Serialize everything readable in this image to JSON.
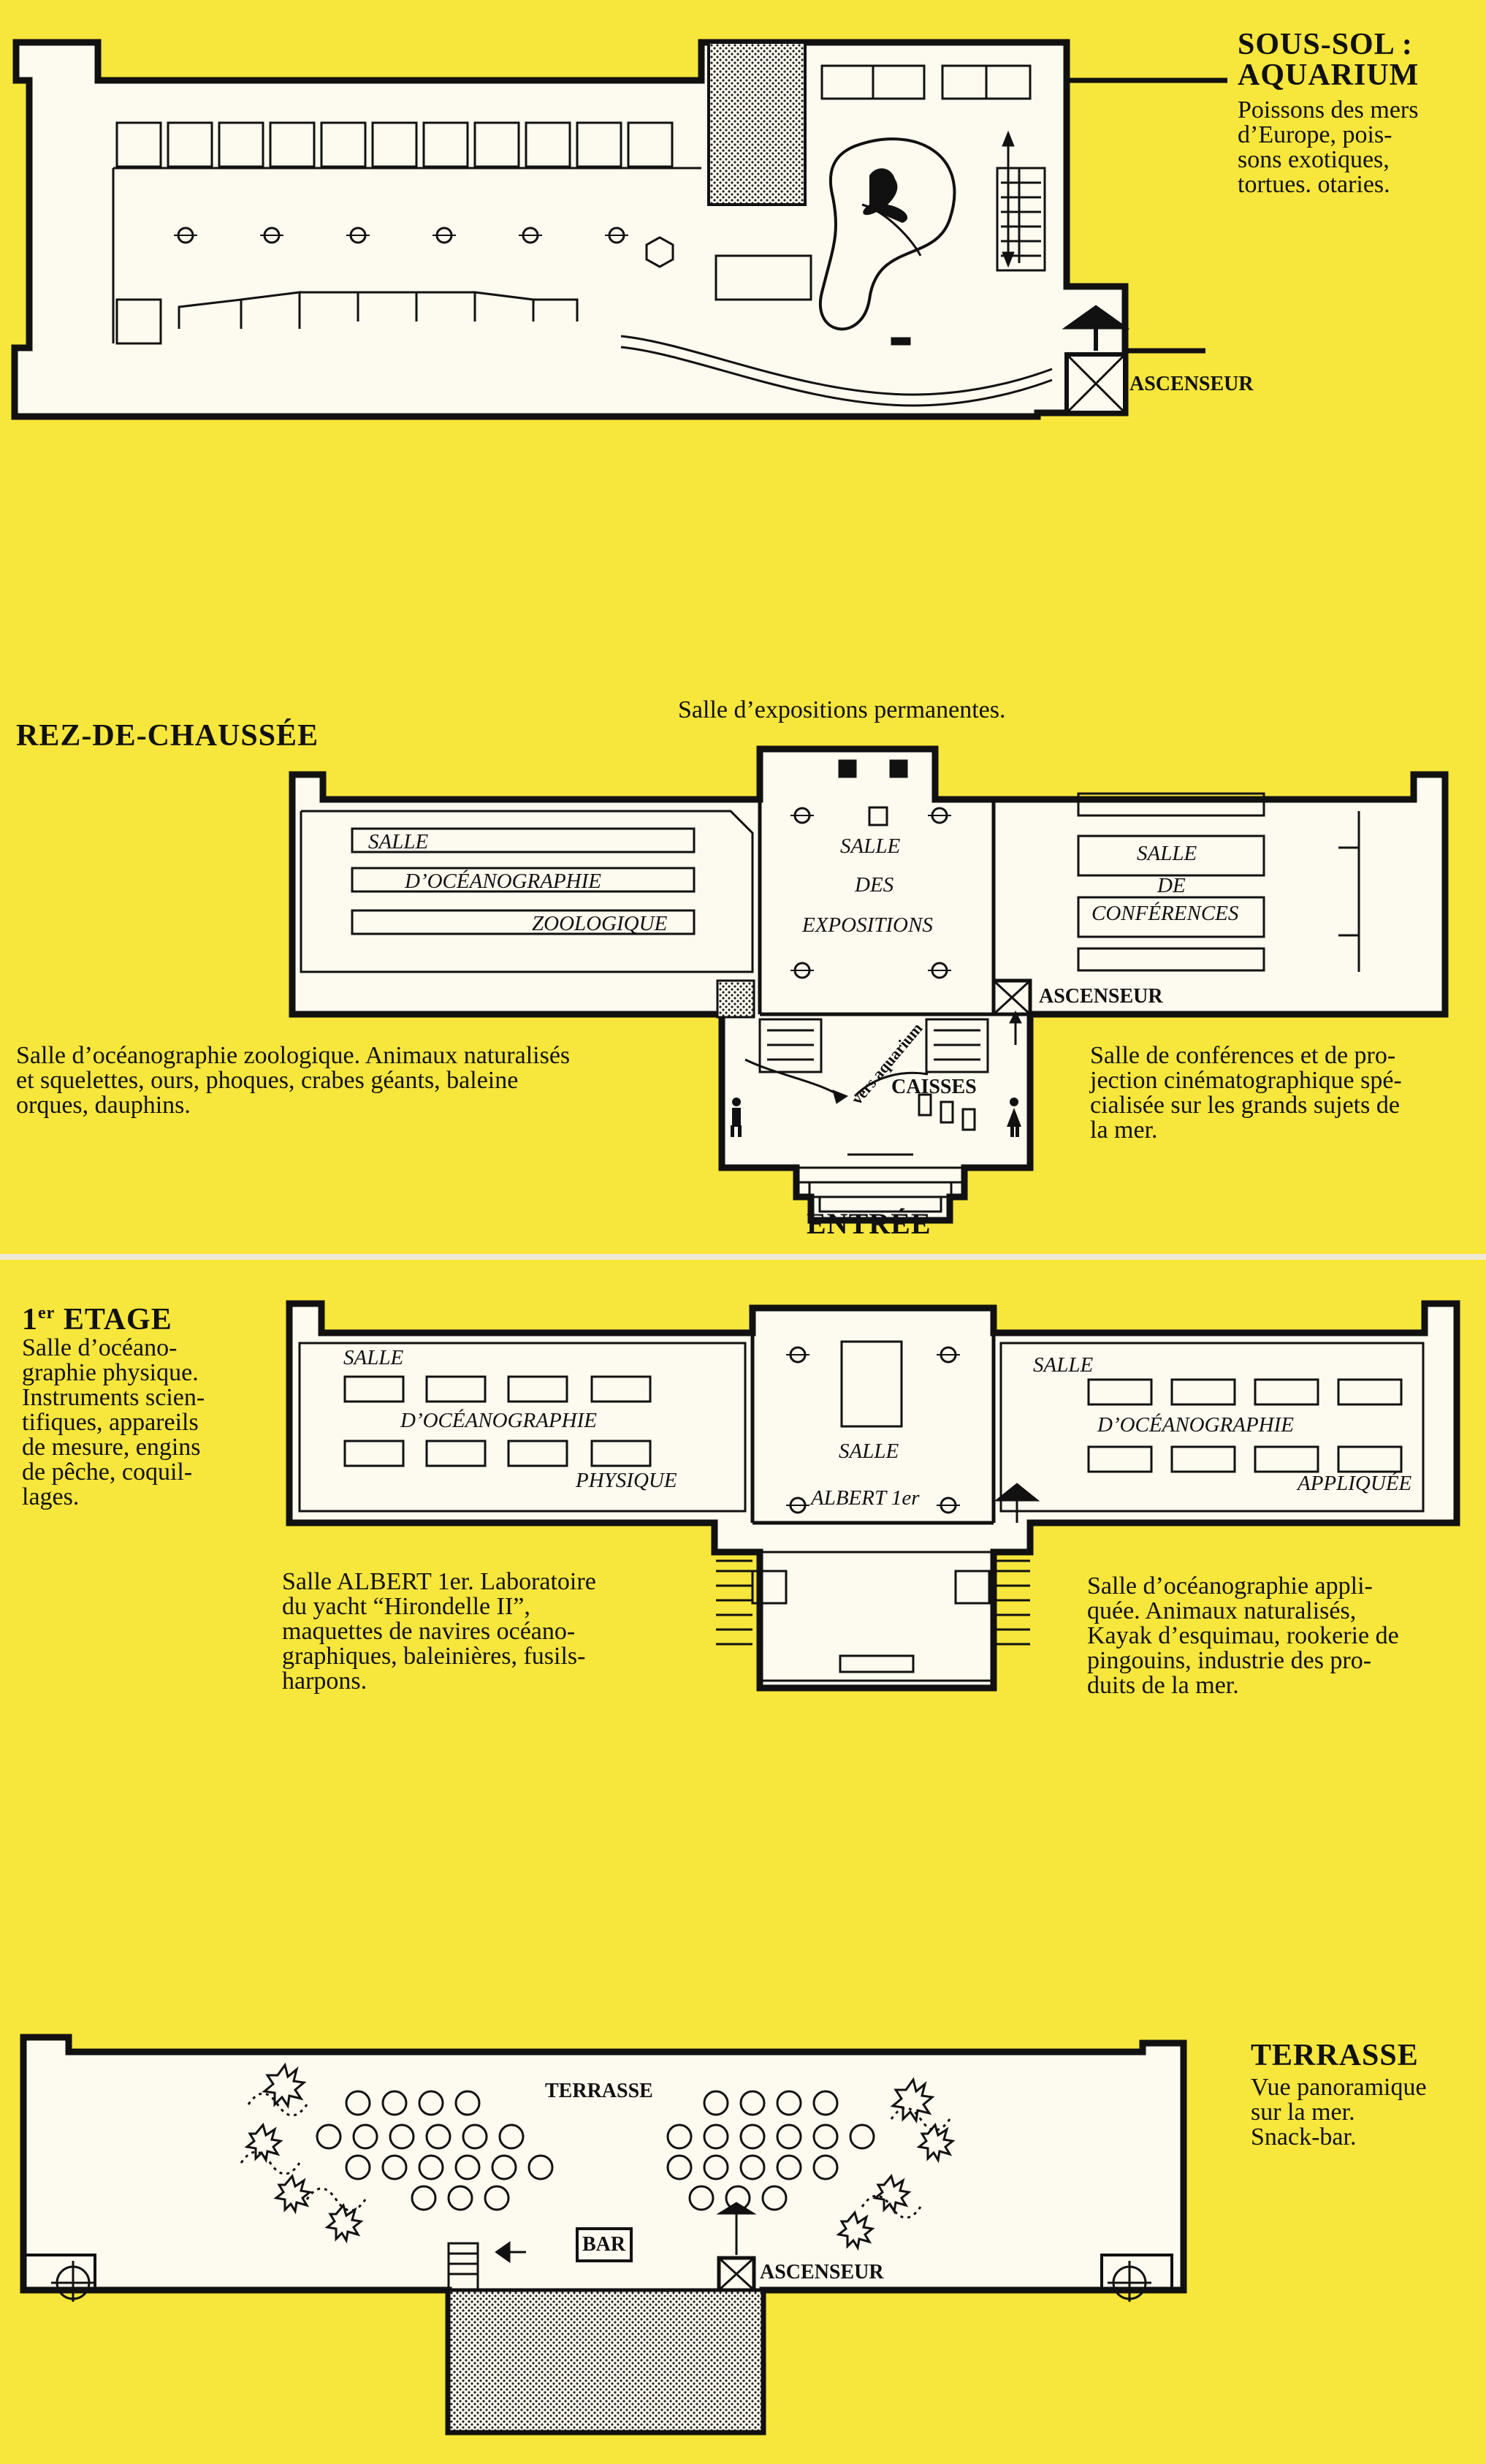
{
  "sous_sol": {
    "title_line1": "SOUS-SOL :",
    "title_line2": "AQUARIUM",
    "desc_lines": [
      "Poissons des mers",
      "d’Europe, pois-",
      "sons exotiques,",
      "tortues. otaries."
    ],
    "ascenseur": "ASCENSEUR"
  },
  "rez": {
    "title": "REZ-DE-CHAUSSÉE",
    "top_caption": "Salle d’expositions permanentes.",
    "zoo_labels": [
      "SALLE",
      "D’OCÉANOGRAPHIE",
      "ZOOLOGIQUE"
    ],
    "expo_labels": [
      "SALLE",
      "DES",
      "EXPOSITIONS"
    ],
    "conf_labels": [
      "SALLE",
      "DE",
      "CONFÉRENCES"
    ],
    "ascenseur": "ASCENSEUR",
    "caisses": "CAISSES",
    "vers_aquarium": "vers aquarium",
    "entree": "ENTRÉE",
    "left_desc_lines": [
      "Salle d’océanographie zoologique. Animaux naturalisés",
      "et squelettes, ours, phoques, crabes géants, baleine",
      "orques, dauphins."
    ],
    "right_desc_lines": [
      "Salle de conférences et de pro-",
      "jection cinématographique spé-",
      "cialisée sur les grands sujets de",
      "la mer."
    ]
  },
  "etage1": {
    "title_num": "1",
    "title_sup": "er",
    "title_rest": " ETAGE",
    "left_desc_lines": [
      "Salle d’océano-",
      "graphie physique.",
      "Instruments scien-",
      "tifiques, appareils",
      "de mesure, engins",
      "de pêche, coquil-",
      "lages."
    ],
    "phys_labels": [
      "SALLE",
      "D’OCÉANOGRAPHIE",
      "PHYSIQUE"
    ],
    "albert_labels": [
      "SALLE",
      "ALBERT 1er"
    ],
    "appl_labels": [
      "SALLE",
      "D’OCÉANOGRAPHIE",
      "APPLIQUÉE"
    ],
    "mid_desc_lines": [
      "Salle ALBERT 1er. Laboratoire",
      "du yacht “Hirondelle II”,",
      "maquettes de navires océano-",
      "graphiques, baleinières, fusils-",
      "harpons."
    ],
    "right_desc_lines": [
      "Salle d’océanographie appli-",
      "quée. Animaux naturalisés,",
      "Kayak d’esquimau, rookerie de",
      "pingouins, industrie des pro-",
      "duits de la mer."
    ]
  },
  "terrasse": {
    "title": "TERRASSE",
    "desc_lines": [
      "Vue panoramique",
      "sur la mer.",
      "Snack-bar."
    ],
    "plan_label": "TERRASSE",
    "bar": "BAR",
    "ascenseur": "ASCENSEUR"
  },
  "colors": {
    "background": "#f7e63c",
    "plan_fill": "#fdfaf0",
    "ink": "#111111"
  }
}
